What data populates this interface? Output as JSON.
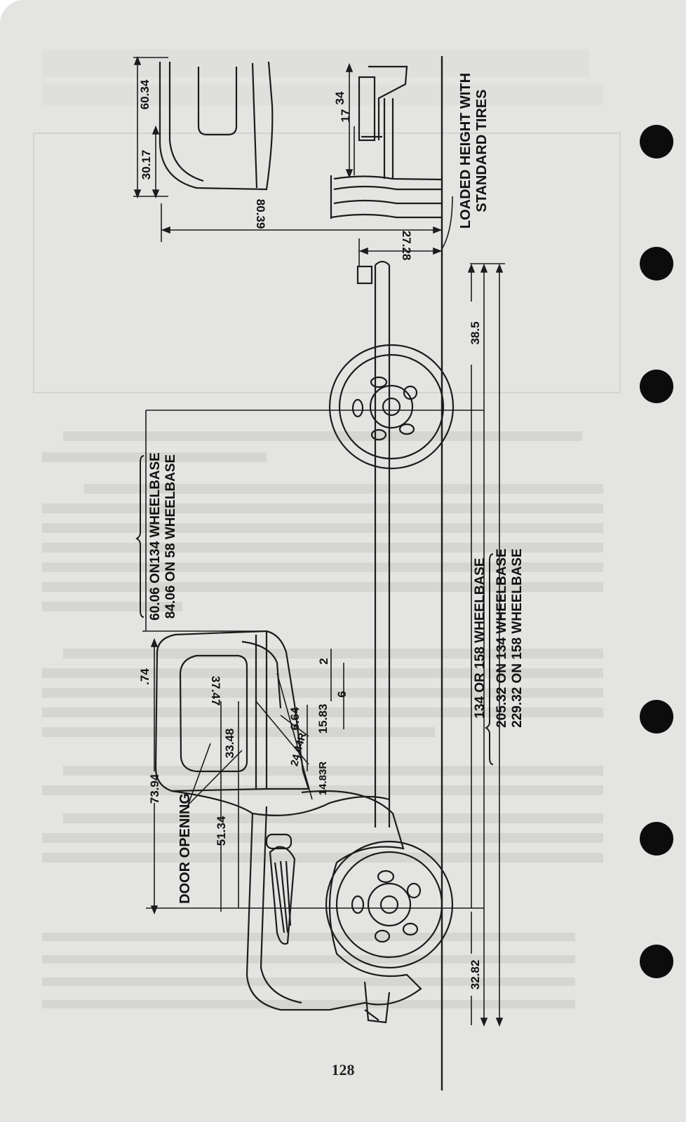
{
  "page_number": "128",
  "labels": {
    "loaded_height_1": "LOADED HEIGHT WITH",
    "loaded_height_2": "STANDARD TIRES",
    "wheelbase_small_1": "60.06 ON134 WHEELBASE",
    "wheelbase_small_2": "84.06 ON 58 WHEELBASE",
    "wheelbase_main": "134 OR 158",
    "wheelbase_main_suffix": "WHEELBASE",
    "overall_1": "205.32 ON 134 WHEELBASE",
    "overall_2": "229.32 ON 158 WHEELBASE",
    "door_opening": "DOOR OPENING"
  },
  "dimensions": {
    "d60_34": "60.34",
    "d30_17": "30.17",
    "d34": "34",
    "d17": "17",
    "d80_39": "80.39",
    "d27_28": "27.28",
    "d38_5": "38.5",
    "d_74": ".74",
    "d37_47": "37.47",
    "d33_48": "33.48",
    "d6_64": "6.64",
    "d15_83": "15.83",
    "d2": "2",
    "d6": "6",
    "d24_44": "24.44R",
    "d14_83": "14.83R",
    "d73_94": "73.94",
    "d51_34": "51.34",
    "d32_82": "32.82"
  },
  "icons": [
    "binder-hole-icon",
    "truck-drawing"
  ]
}
